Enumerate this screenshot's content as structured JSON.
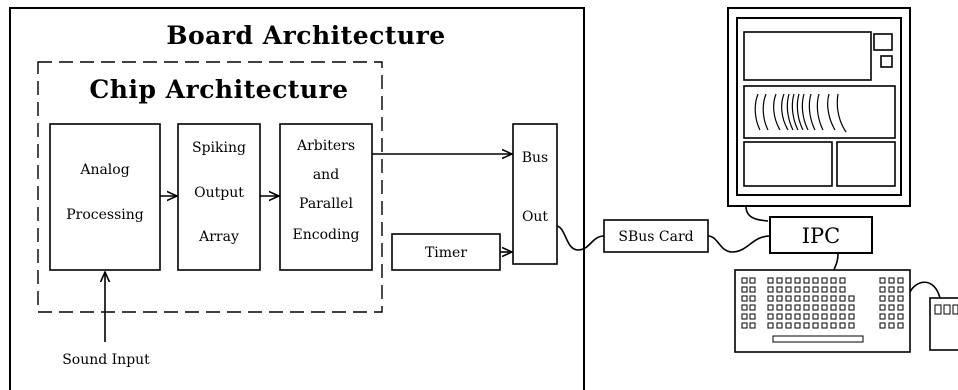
{
  "diagram": {
    "board_title": "Board Architecture",
    "chip_title": "Chip Architecture",
    "analog": {
      "line1": "Analog",
      "line2": "Processing"
    },
    "spiking": {
      "line1": "Spiking",
      "line2": "Output",
      "line3": "Array"
    },
    "arbiters": {
      "line1": "Arbiters",
      "line2": "and",
      "line3": "Parallel",
      "line4": "Encoding"
    },
    "timer": "Timer",
    "bus": {
      "line1": "Bus",
      "line2": "Out"
    },
    "sbus_card": "SBus Card",
    "ipc": "IPC",
    "sound_input": "Sound Input"
  }
}
